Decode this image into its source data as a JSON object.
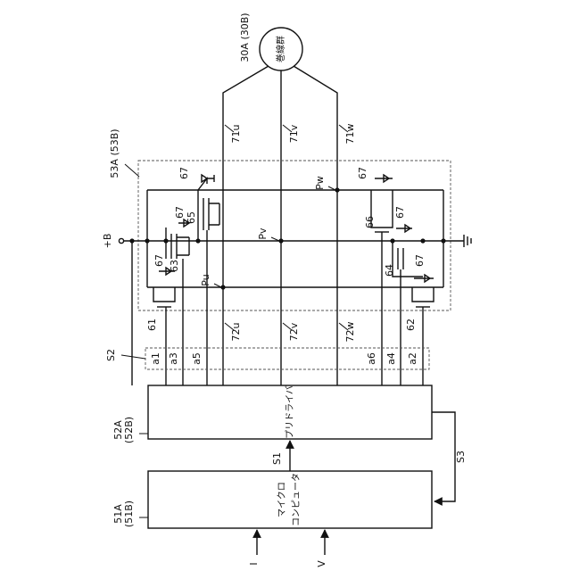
{
  "motor": {
    "ref": "30A (30B)",
    "text": "巻線群"
  },
  "lines": {
    "u_out": "71u",
    "v_out": "71v",
    "w_out": "71w",
    "u_drv": "72u",
    "v_drv": "72v",
    "w_drv": "72w"
  },
  "nodes": {
    "pu": "Pu",
    "pv": "Pv",
    "pw": "Pw"
  },
  "bridge": {
    "ref": "53A (53B)",
    "supply": "+B"
  },
  "fets": {
    "f61": "61",
    "f62": "62",
    "f63": "63",
    "f64": "64",
    "f65": "65",
    "f66": "66"
  },
  "diode_label": "67",
  "gates": {
    "a1": "a1",
    "a2": "a2",
    "a3": "a3",
    "a4": "a4",
    "a5": "a5",
    "a6": "a6"
  },
  "signals": {
    "s1": "S1",
    "s2": "S2",
    "s3": "S3"
  },
  "predriver": {
    "ref": "52A",
    "ref2": "(52B)",
    "text": "プリドライバ"
  },
  "micro": {
    "ref": "51A",
    "ref2": "(51B)",
    "line1": "マイクロ",
    "line2": "コンピュータ"
  },
  "inputs": {
    "i": "I",
    "v": "V"
  }
}
